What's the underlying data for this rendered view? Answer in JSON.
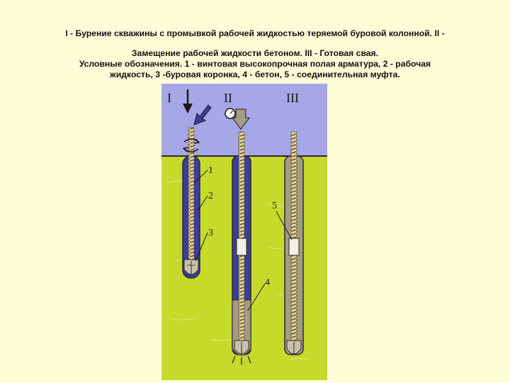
{
  "caption": {
    "line1": "I - Бурение скважины с промывкой рабочей жидкостью теряемой буровой   колонной. II -",
    "line2": "Замещение рабочей жидкости бетоном. III - Готовая свая.",
    "line3": "Условные обозначения. 1 - винтовая высокопрочная полая арматура, 2 - рабочая",
    "line4": "жидкость, 3 -буровая коронка, 4 - бетон, 5 - соединительная муфта."
  },
  "figure": {
    "stages": [
      "I",
      "II",
      "III"
    ],
    "labels": [
      "1",
      "2",
      "3",
      "4",
      "5"
    ],
    "colors": {
      "sky": "#a7a6e6",
      "ground": "#c6da2c",
      "slurry": "#3c3e9a",
      "concrete": "#a49c86",
      "rebar": "#d8c896",
      "outline": "#2a2a2a"
    },
    "icons": [
      "down-arrow-icon",
      "fluid-injection-arrow-icon",
      "rotation-icon",
      "pressure-gauge-icon"
    ]
  }
}
